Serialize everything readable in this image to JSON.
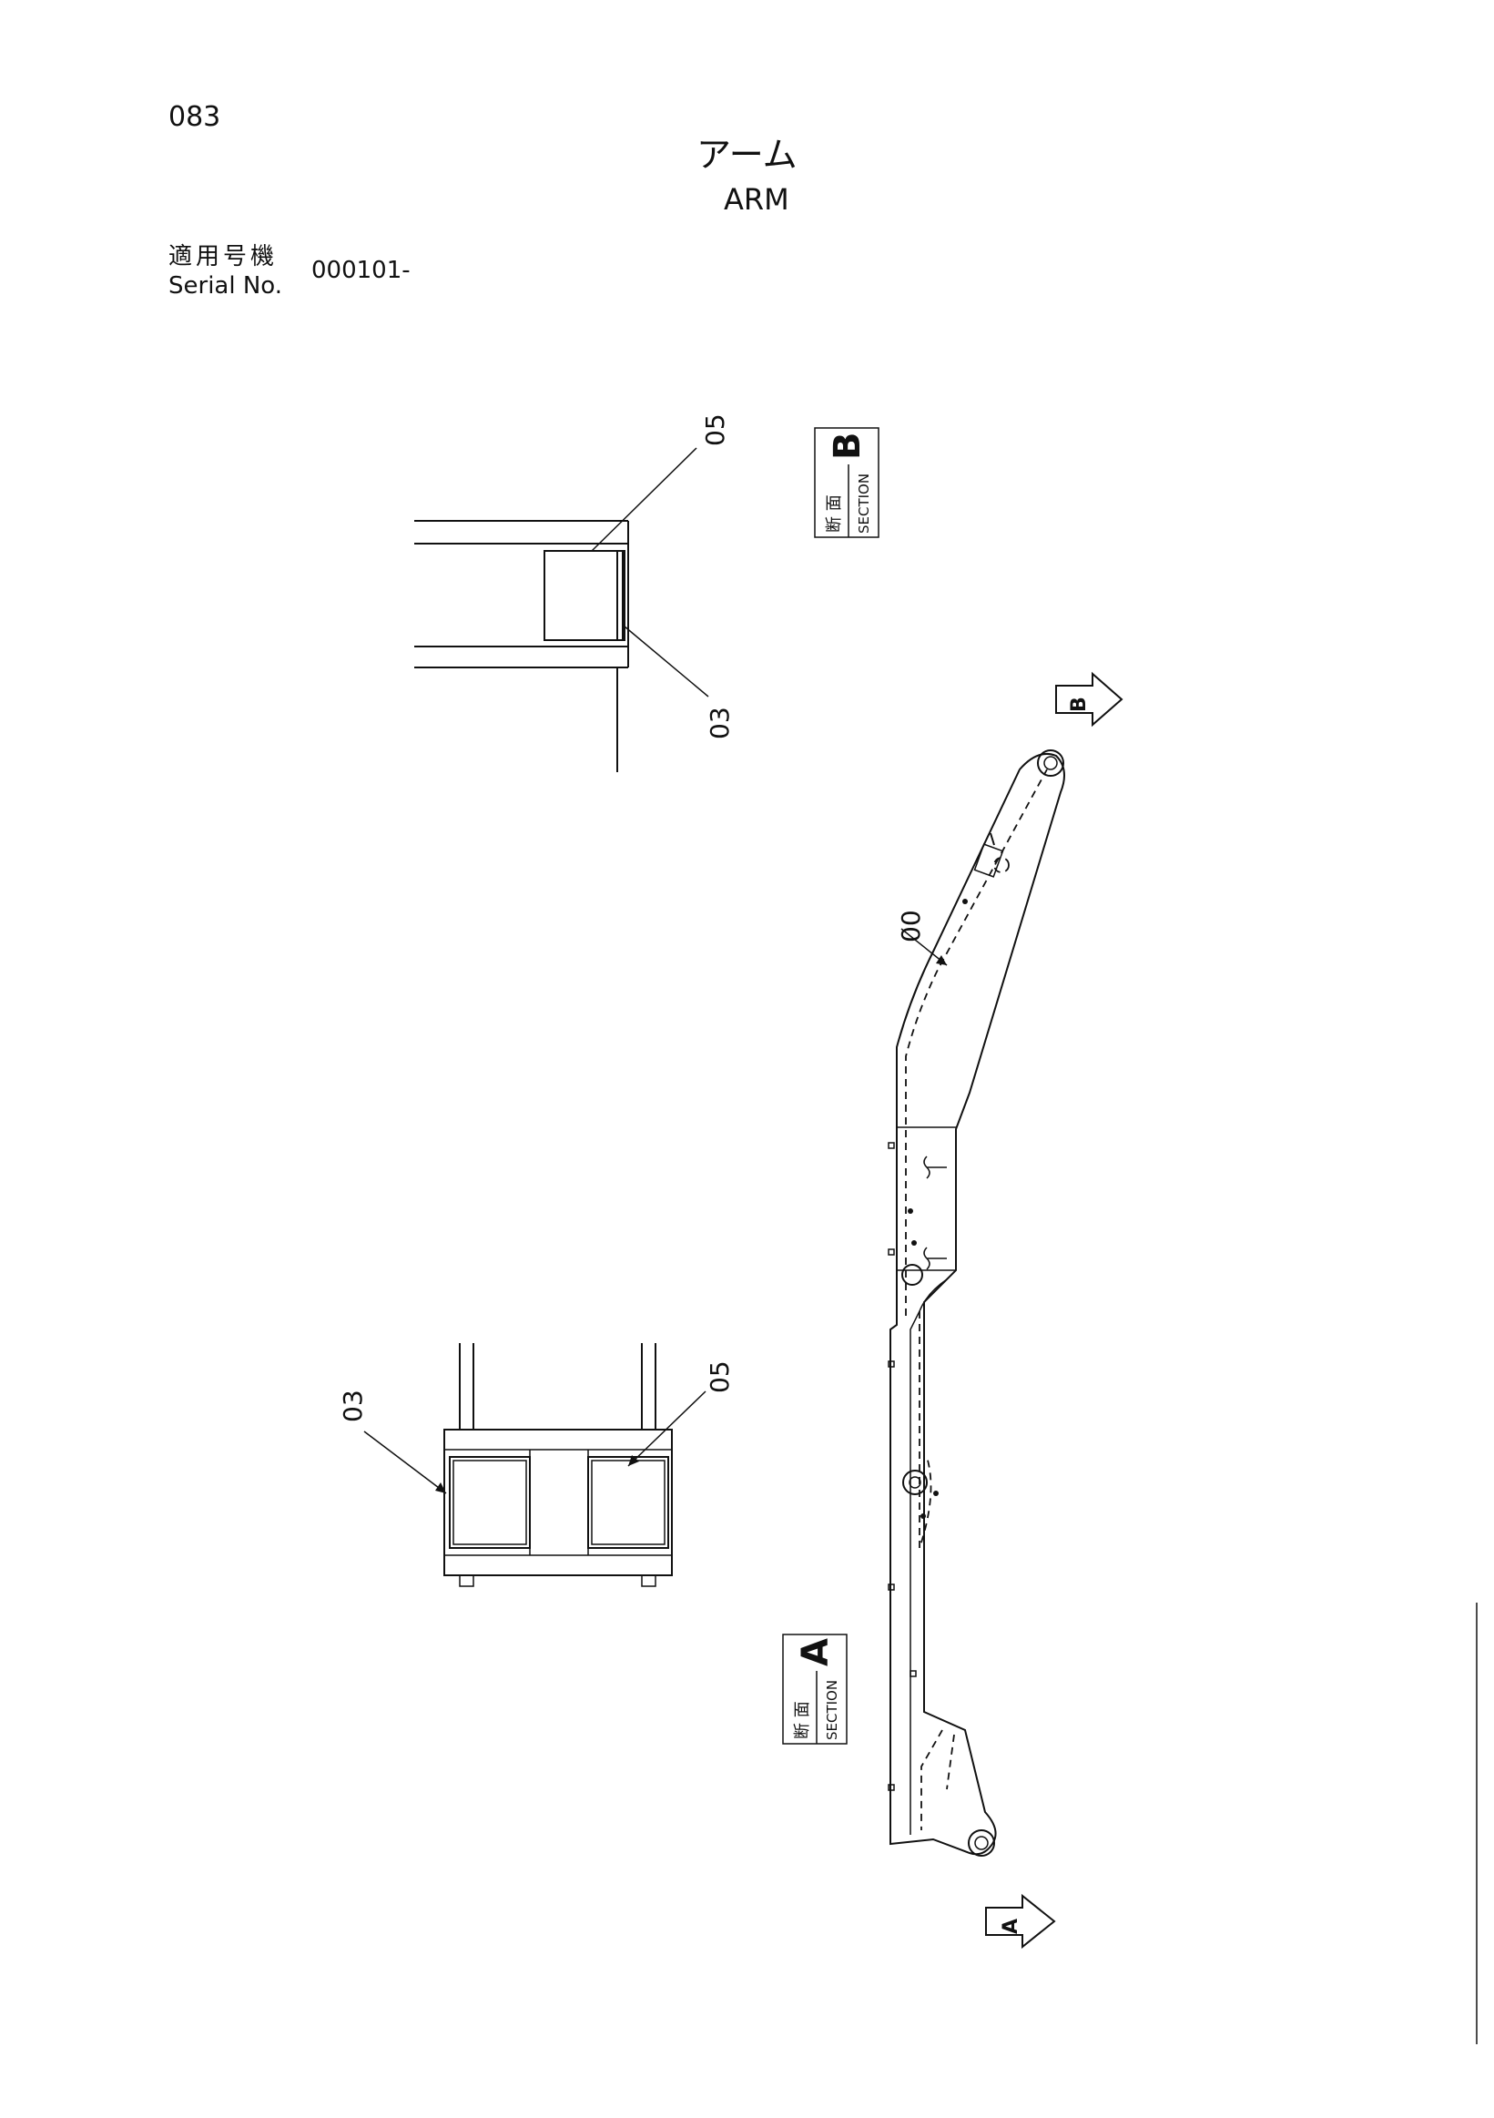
{
  "page": {
    "number": "083",
    "title_jp": "アーム",
    "title_en": "ARM",
    "serial_label_jp": "適用号機",
    "serial_label_en": "Serial No.",
    "serial_value": "000101-"
  },
  "sections": {
    "section_b": {
      "jp": "断 面",
      "label": "SECTION",
      "letter": "B"
    },
    "section_a": {
      "jp": "断 面",
      "label": "SECTION",
      "letter": "A"
    }
  },
  "view_arrows": {
    "arrow_b": "B",
    "arrow_a": "A"
  },
  "callouts": {
    "b_top": "05",
    "b_bottom": "03",
    "arm_main": "00",
    "a_left": "03",
    "a_right": "05"
  }
}
